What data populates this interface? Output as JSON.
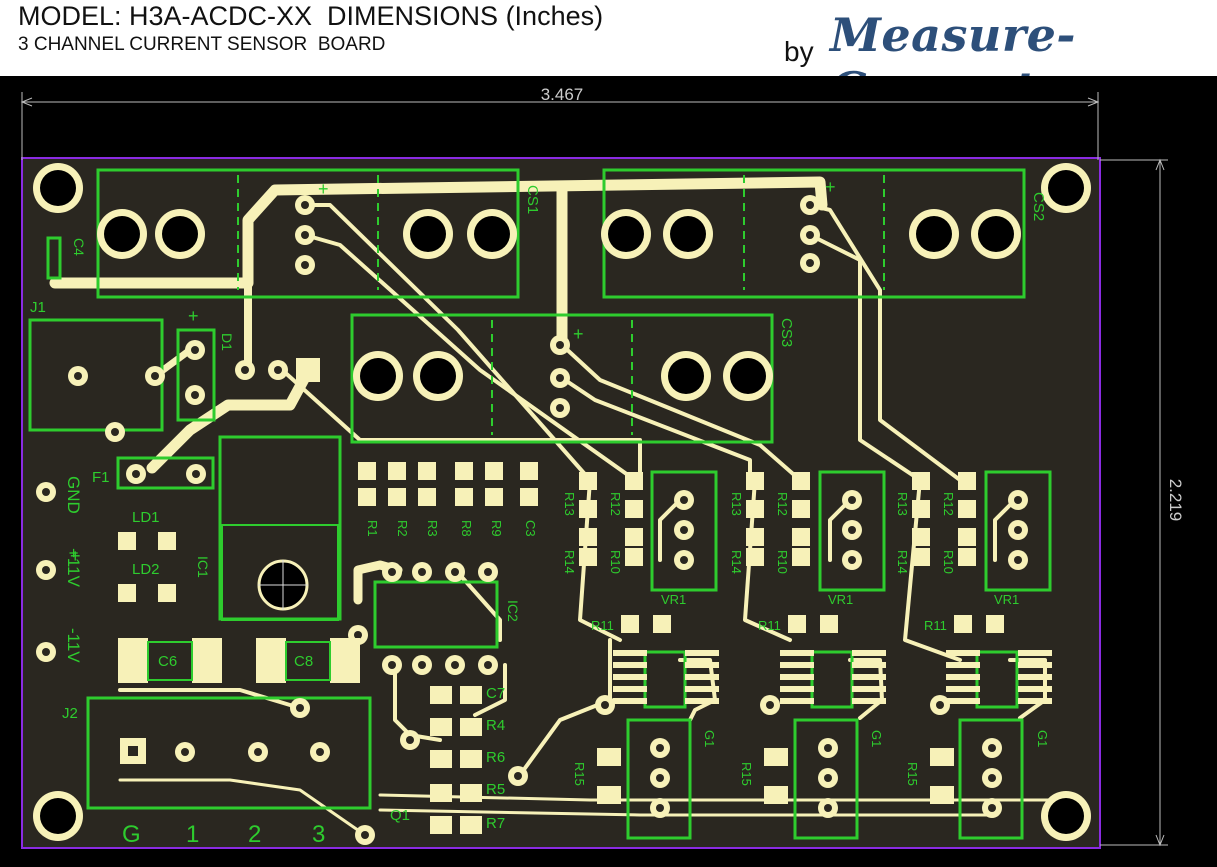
{
  "header": {
    "title": "MODEL: H3A-ACDC-XX  DIMENSIONS (Inches)",
    "subtitle": "3 CHANNEL CURRENT SENSOR  BOARD",
    "by": "by",
    "logo": "Measure-Current"
  },
  "dimensions": {
    "width": "3.467",
    "height": "2.219"
  },
  "labels": {
    "cs1": "CS1",
    "cs2": "CS2",
    "cs3": "CS3",
    "j1": "J1",
    "j2": "J2",
    "d1": "D1",
    "f1": "F1",
    "gnd": "GND",
    "p11v": "+11V",
    "m11v": "-11V",
    "ld1": "LD1",
    "ld2": "LD2",
    "ic1": "IC1",
    "ic2": "IC2",
    "c4": "C4",
    "c6": "C6",
    "c8": "C8",
    "c7": "C7",
    "r4": "R4",
    "r5": "R5",
    "r6": "R6",
    "r7": "R7",
    "q1": "Q1",
    "r1": "R1",
    "r2": "R2",
    "r3": "R3",
    "r8": "R8",
    "r9": "R9",
    "c3": "C3",
    "r11": "R11",
    "r12": "R12",
    "r13": "R13",
    "r14": "R14",
    "r10": "R10",
    "r15": "R15",
    "vr1": "VR1",
    "g1": "G1",
    "plus": "+"
  },
  "terminal_labels": [
    "G",
    "1",
    "2",
    "3"
  ],
  "colors": {
    "board": "#2a2720",
    "copper": "#f7f1b8",
    "silk": "#2ecc2e",
    "outline": "#8a2be2",
    "logo": "#2d4f7a"
  }
}
